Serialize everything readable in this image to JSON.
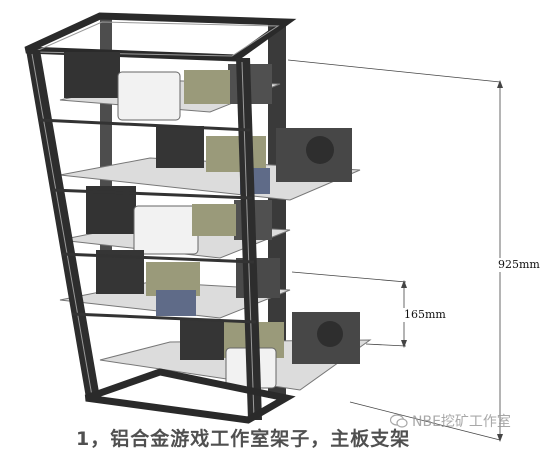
{
  "dimensions": {
    "total_height": "925mm",
    "tier_spacing": "165mm"
  },
  "caption": "1，铝合金游戏工作室架子，主板支架",
  "watermark": {
    "text": "NBE挖矿工作室",
    "icon": "wechat-icon"
  },
  "colors": {
    "frame": "#2d2d2d",
    "frame_highlight": "#8a8a8a",
    "shelf": "#d9d9d9",
    "gpu": "#3a3a3a",
    "psu": "#4a4a4a",
    "board": "#9a9a7a"
  }
}
